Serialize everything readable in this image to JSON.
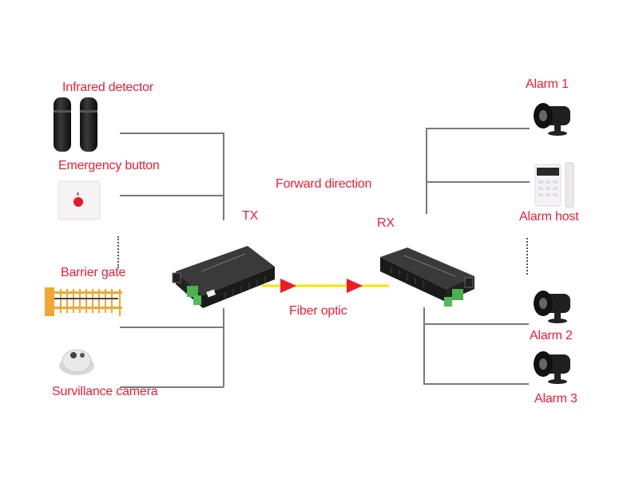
{
  "diagram": {
    "labels": {
      "forward_direction": "Forward direction",
      "fiber_optic": "Fiber optic",
      "tx": "TX",
      "rx": "RX"
    },
    "inputs": [
      {
        "label": "Infrared detector",
        "icon": "infrared-detector-icon"
      },
      {
        "label": "Emergency button",
        "icon": "emergency-button-icon"
      },
      {
        "label": "Barrier gate",
        "icon": "barrier-gate-icon"
      },
      {
        "label": "Survillance camera",
        "icon": "dome-camera-icon"
      }
    ],
    "outputs": [
      {
        "label": "Alarm 1",
        "icon": "siren-icon"
      },
      {
        "label": "Alarm host",
        "icon": "alarm-keypad-icon"
      },
      {
        "label": "Alarm 2",
        "icon": "siren-icon"
      },
      {
        "label": "Alarm 3",
        "icon": "siren-icon"
      }
    ],
    "colors": {
      "label_red": "#e8213a",
      "fiber_yellow": "#f7e600",
      "arrow_red": "#ee1c25",
      "wire_gray": "#7a7a7a",
      "device_black": "#2b2b2b",
      "terminal_green": "#4caf50",
      "barrier_orange": "#f0a830"
    }
  }
}
